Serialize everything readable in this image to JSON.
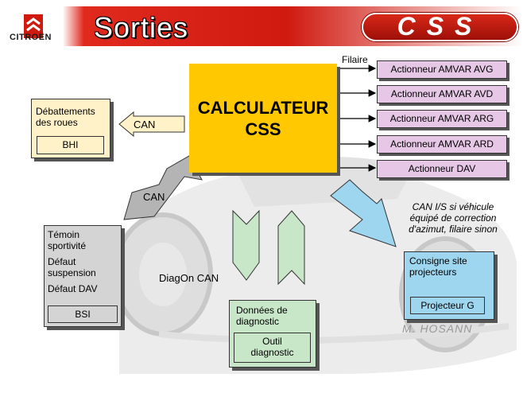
{
  "header": {
    "brand": "CITROËN",
    "title": "Sorties",
    "badge_text": "CSS"
  },
  "calculator": {
    "line1": "CALCULATEUR",
    "line2": "CSS"
  },
  "filaire_label": "Filaire",
  "actuators": [
    "Actionneur AMVAR AVG",
    "Actionneur AMVAR AVD",
    "Actionneur AMVAR ARG",
    "Actionneur AMVAR ARD",
    "Actionneur DAV"
  ],
  "debattements": {
    "line1": "Débattements",
    "line2": "des roues",
    "module": "BHI",
    "bus": "CAN"
  },
  "bsi": {
    "line1": "Témoin",
    "line2": "sportivité",
    "line3": "Défaut",
    "line4": "suspension",
    "line5": "Défaut DAV",
    "module": "BSI",
    "bus": "CAN"
  },
  "diagnostic": {
    "line1": "Données de",
    "line2": "diagnostic",
    "tool1": "Outil",
    "tool2": "diagnostic",
    "bus": "DiagOn CAN"
  },
  "projector": {
    "line1": "Consigne site",
    "line2": "projecteurs",
    "module": "Projecteur G",
    "note1": "CAN I/S si véhicule",
    "note2": "équipé de correction",
    "note3": "d'azimut, filaire sinon"
  },
  "signature": "M. HOSANN",
  "colors": {
    "calculator": "#ffc800",
    "actuator": "#e6c8e6",
    "debattements": "#fff2c8",
    "bsi": "#d4d4d4",
    "diagnostic": "#c8e6c8",
    "projector": "#9ed6f0",
    "header_red": "#d01a10"
  }
}
